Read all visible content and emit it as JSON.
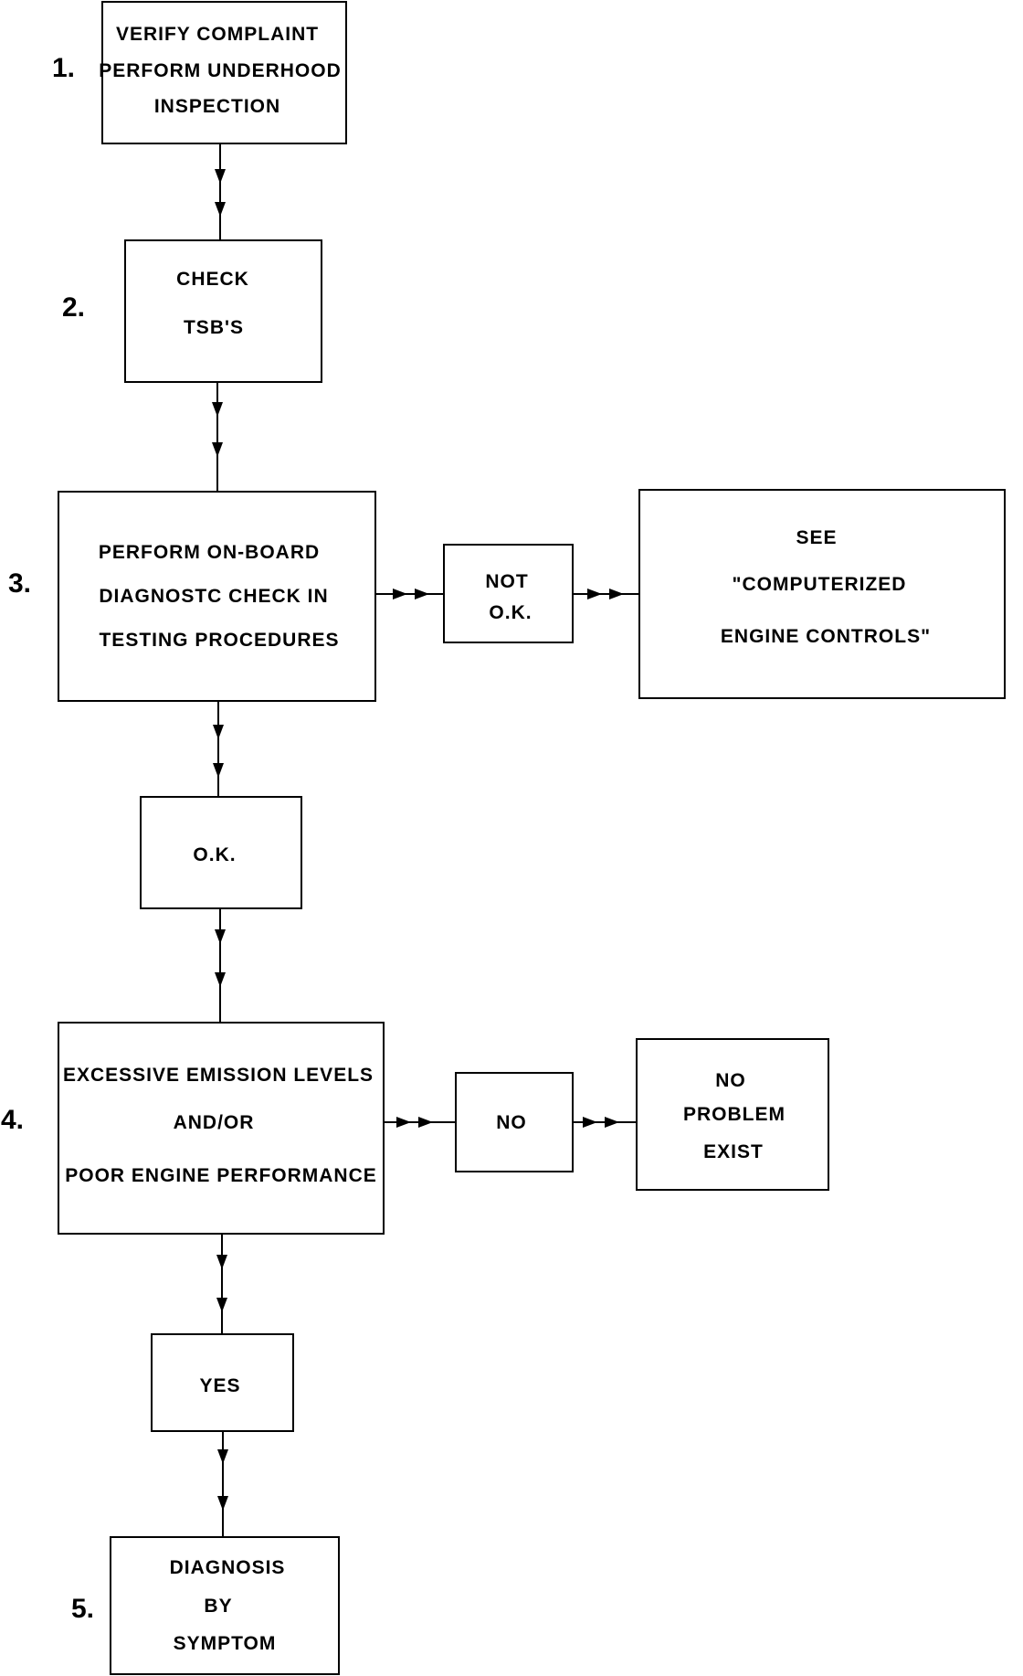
{
  "boxes": {
    "verify": {
      "lines": [
        "VERIFY COMPLAINT",
        "PERFORM UNDERHOOD",
        "INSPECTION"
      ]
    },
    "tsbs": {
      "lines": [
        "CHECK",
        "TSB'S"
      ]
    },
    "onboard": {
      "lines": [
        "PERFORM ON-BOARD",
        "DIAGNOSTC CHECK IN",
        "TESTING PROCEDURES"
      ]
    },
    "not_ok": {
      "lines": [
        "NOT",
        "O.K."
      ]
    },
    "see_computerized": {
      "lines": [
        "SEE",
        "\"COMPUTERIZED",
        "ENGINE CONTROLS\""
      ]
    },
    "ok": {
      "lines": [
        "O.K."
      ]
    },
    "emission": {
      "lines": [
        "EXCESSIVE EMISSION LEVELS",
        "AND/OR",
        "POOR ENGINE PERFORMANCE"
      ]
    },
    "no": {
      "lines": [
        "NO"
      ]
    },
    "no_problem": {
      "lines": [
        "NO",
        "PROBLEM",
        "EXIST"
      ]
    },
    "yes": {
      "lines": [
        "YES"
      ]
    },
    "diagnosis": {
      "lines": [
        "DIAGNOSIS",
        "BY",
        "SYMPTOM"
      ]
    }
  },
  "steps": [
    "1.",
    "2.",
    "3.",
    "4.",
    "5."
  ]
}
